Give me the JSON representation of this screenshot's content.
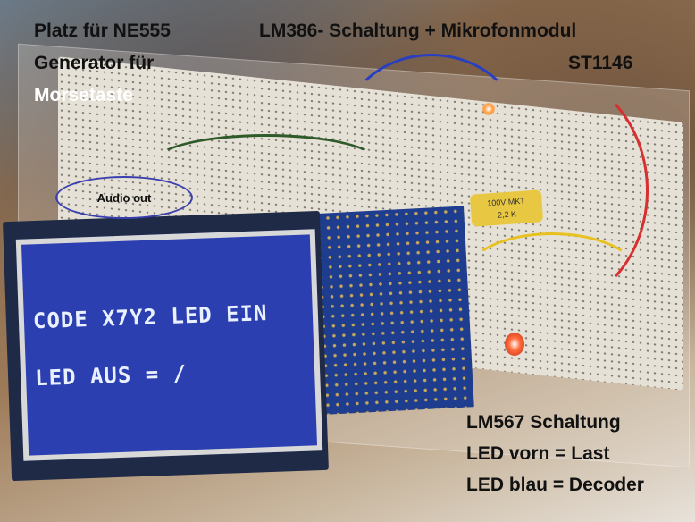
{
  "annotations": {
    "top_left": [
      "Platz für NE555",
      "Generator für",
      "Morsetaste"
    ],
    "top_right": [
      "LM386- Schaltung  +  Mikrofonmodul",
      "ST1146"
    ],
    "audio_out": "Audio out",
    "bottom_right": [
      "LM567 Schaltung",
      "LED vorn = Last",
      "LED blau = Decoder"
    ]
  },
  "lcd": {
    "lines": [
      "CODE X7Y2 LED EIN",
      "LED AUS = /"
    ]
  },
  "capacitor": {
    "lines": [
      "100V MKT",
      "2,2  K"
    ]
  },
  "colors": {
    "lcd_background": "#2c3fb0",
    "lcd_text": "#e9f0ff",
    "ellipse": "#3a3fb0"
  }
}
